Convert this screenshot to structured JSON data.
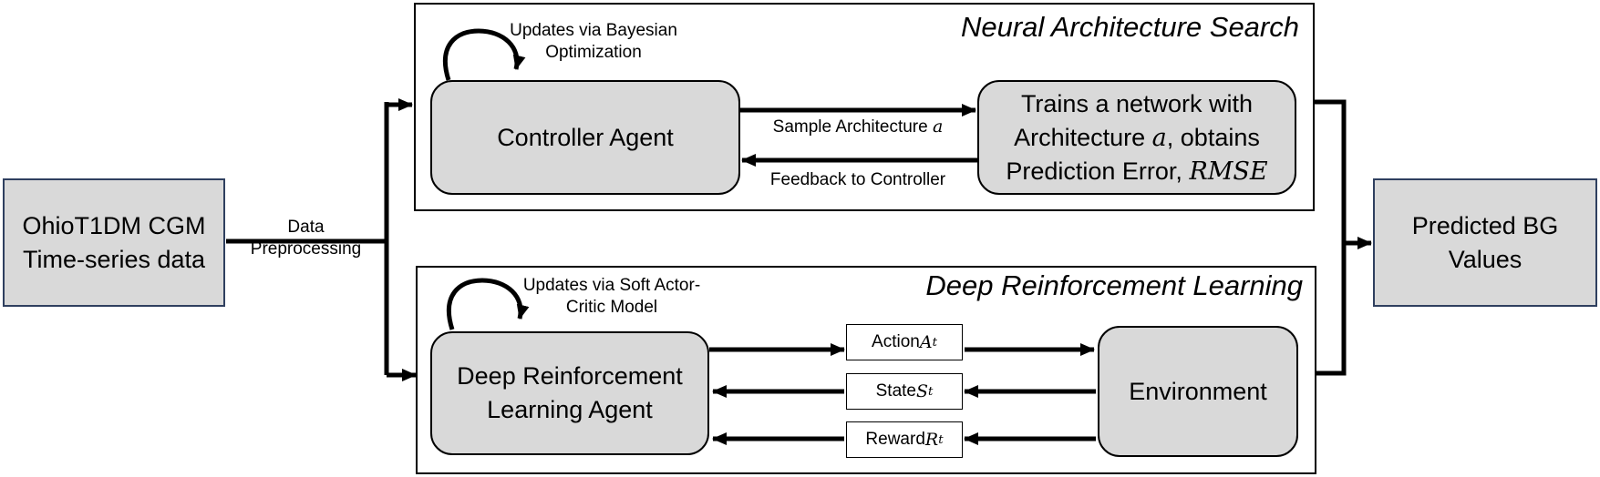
{
  "input": {
    "line1": "OhioT1DM CGM",
    "line2": "Time-series data"
  },
  "preprocess": {
    "line1": "Data",
    "line2": "Preprocessing"
  },
  "nas": {
    "title": "Neural Architecture Search",
    "controller": "Controller Agent",
    "update_line1": "Updates via Bayesian",
    "update_line2": "Optimization",
    "sample_text": "Sample Architecture ",
    "sample_var": "a",
    "feedback": "Feedback to Controller",
    "trainer_line1": "Trains a network with",
    "trainer_line2_pre": "Architecture ",
    "trainer_line2_var": "a",
    "trainer_line2_post": ", obtains",
    "trainer_line3_pre": "Prediction Error, ",
    "trainer_line3_var": "RMSE"
  },
  "drl": {
    "title": "Deep Reinforcement Learning",
    "agent_line1": "Deep Reinforcement",
    "agent_line2": "Learning Agent",
    "update_line1": "Updates via Soft Actor-",
    "update_line2": "Critic Model",
    "environment": "Environment",
    "action_text": "Action ",
    "action_var": "A",
    "action_sub": "t",
    "state_text": "State ",
    "state_var": "S",
    "state_sub": "t",
    "reward_text": "Reward ",
    "reward_var": "R",
    "reward_sub": "t"
  },
  "output": {
    "line1": "Predicted BG",
    "line2": "Values"
  }
}
